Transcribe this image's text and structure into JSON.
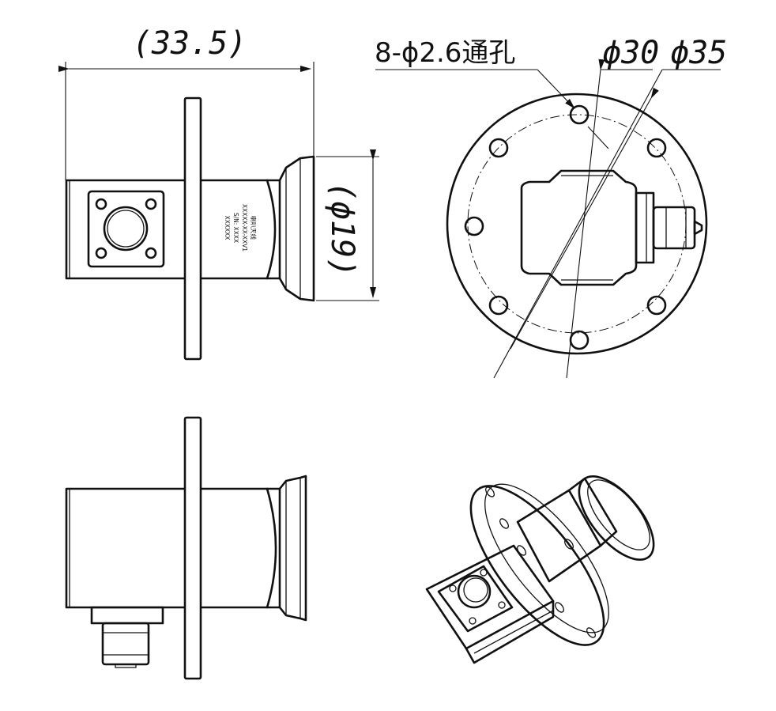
{
  "dimensions": {
    "overall_length": "(33.5)",
    "body_diameter": "(ϕ19)",
    "holes": "8-ϕ2.6通孔",
    "bolt_circle": "ϕ30",
    "flange_diameter": "ϕ35"
  },
  "nameplate": {
    "line1": "喇叭天线",
    "line2": "XXXXX-XX-XXV1",
    "line3": "S/N: XXXX",
    "line4": "XXXXXX"
  }
}
